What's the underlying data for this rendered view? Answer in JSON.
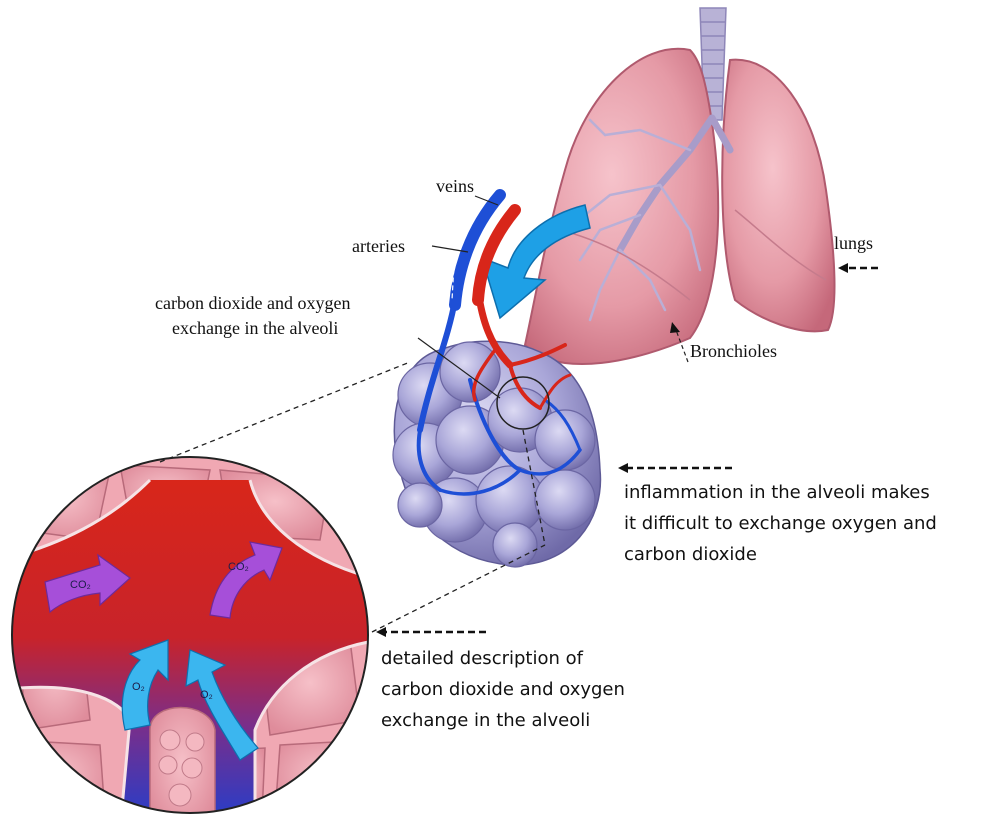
{
  "labels": {
    "veins": "veins",
    "arteries": "arteries",
    "exchange_top_line1": "carbon dioxide and oxygen",
    "exchange_top_line2": "exchange in the alveoli",
    "lungs": "lungs",
    "bronchioles": "Bronchioles",
    "inflammation_line1": "inflammation in the alveoli makes",
    "inflammation_line2": "it difficult to exchange oxygen and",
    "inflammation_line3": "carbon dioxide",
    "detail_line1": "detailed description of",
    "detail_line2": "carbon dioxide and oxygen",
    "detail_line3": "exchange in the alveoli"
  },
  "gas_labels": {
    "co2_left": "CO₂",
    "co2_right": "CO₂",
    "o2_left": "O₂",
    "o2_right": "O₂"
  },
  "colors": {
    "lung_pink": "#e59aa6",
    "artery_red": "#d8261a",
    "vein_blue": "#1e4fd6",
    "alveoli_lavender": "#a9a6d8",
    "flow_arrow": "#1ea0e6",
    "co2_arrow": "#a64fd9",
    "o2_arrow": "#3bb6ef",
    "tissue_pink": "#f0a8b3"
  },
  "icons": {
    "flow_arrow": "curved-arrow-icon",
    "pointer": "dashed-arrow-icon"
  }
}
